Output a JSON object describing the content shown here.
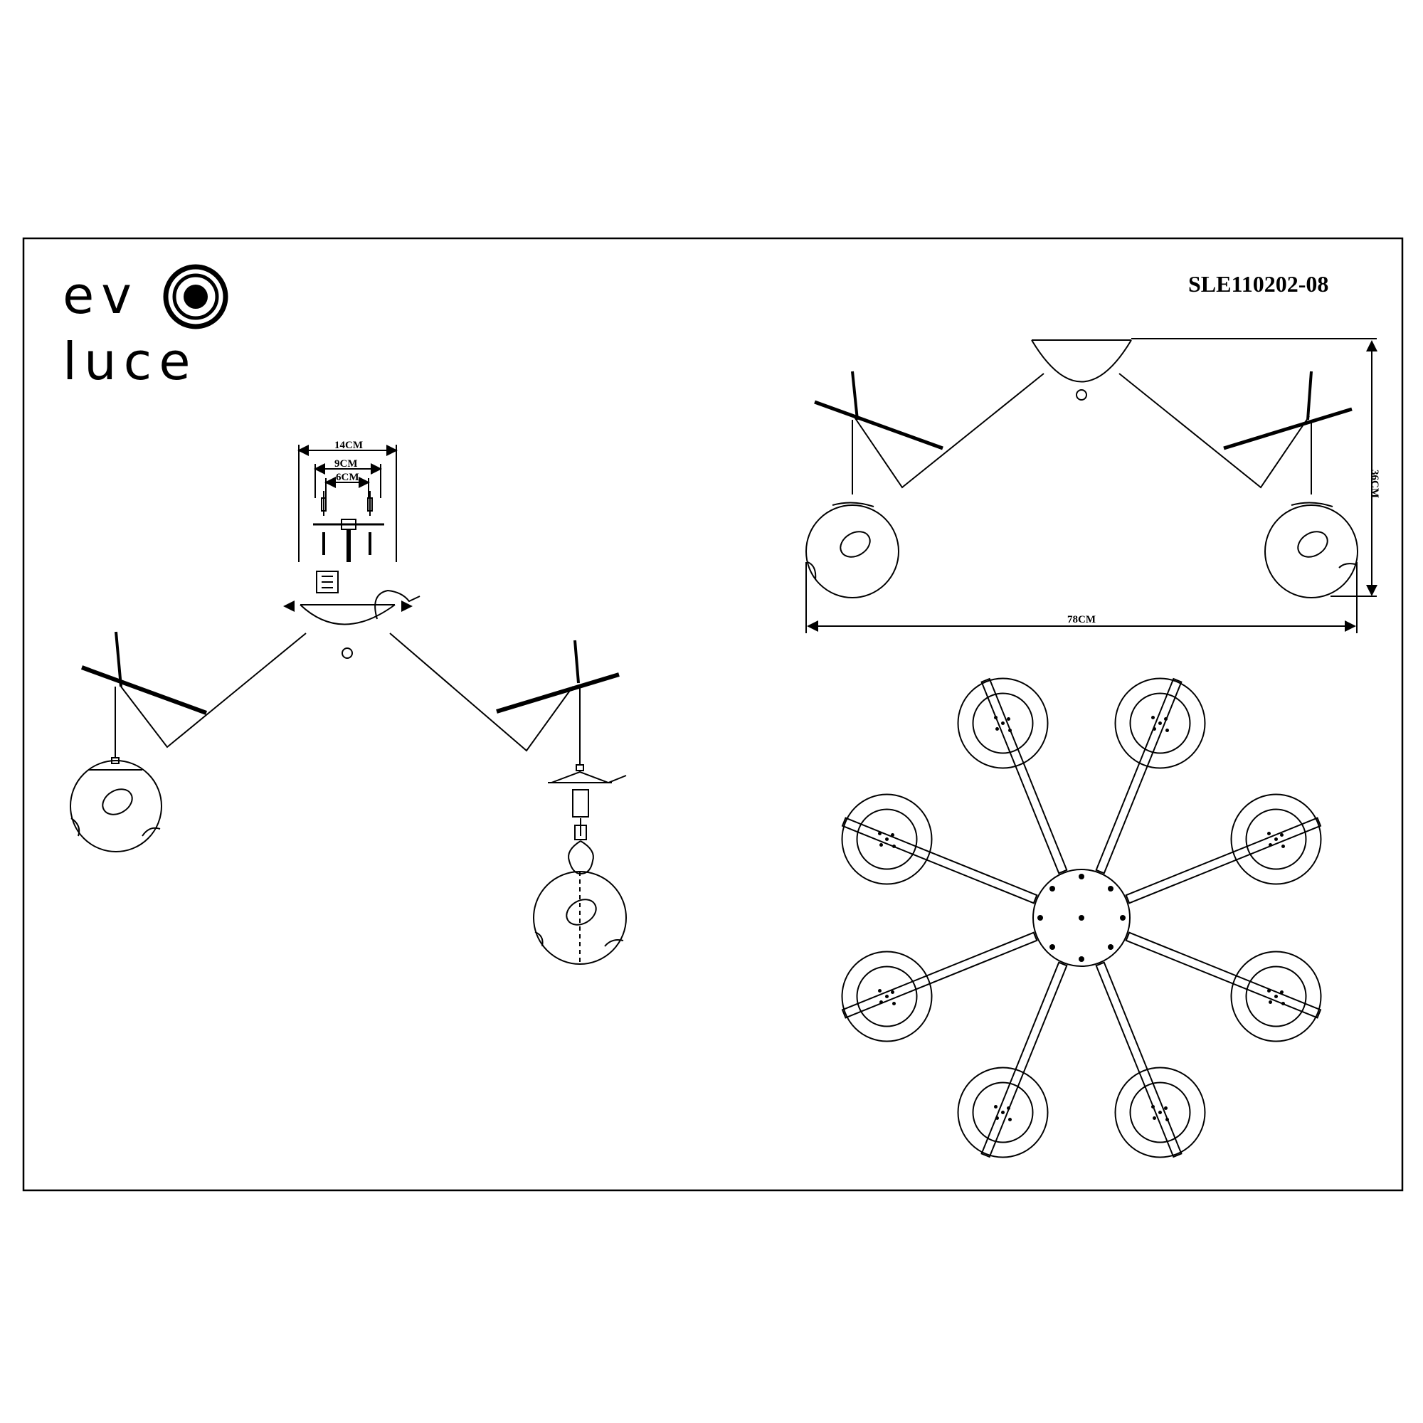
{
  "logo": {
    "line1": "ev",
    "line2": "luce"
  },
  "model": "SLE110202-08",
  "dimensions": {
    "canopy_width": "14CM",
    "bracket_width": "9CM",
    "screw_spacing": "6CM",
    "overall_width": "78CM",
    "overall_height": "36CM"
  },
  "views": {
    "top_view": {
      "arms": 8
    }
  }
}
